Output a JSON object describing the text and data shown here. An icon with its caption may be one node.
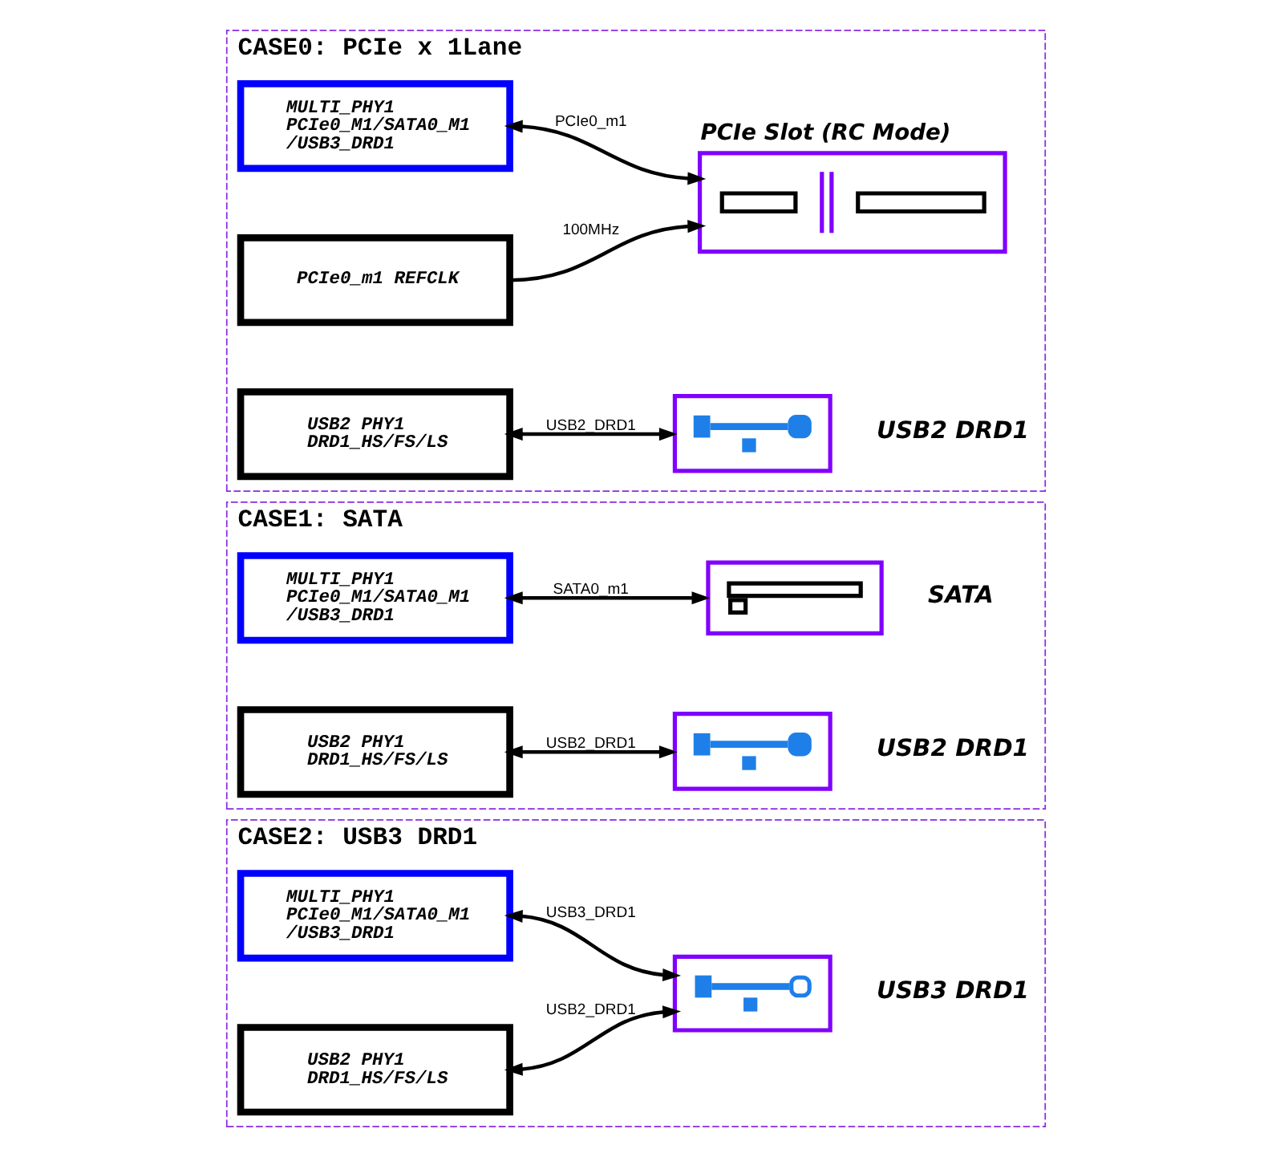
{
  "diagram": {
    "nodes": [
      {
        "text": [
          "CASE0: PCIe x 1Lane"
        ]
      },
      {
        "text": [
          "MULTI_PHY1 PCIe0_M1/SATA0_M1 /USB3_DRD1"
        ],
        "in": 0
      },
      {
        "text": [
          "PCIe Slot (RC Mode)"
        ],
        "in": 0
      },
      {
        "text": [
          "PCIe0_m1 REFCLK"
        ],
        "in": 0
      },
      {
        "text": [
          "USB2 PHY1 DRD1_HS/FS/LS"
        ],
        "in": 0
      },
      {
        "text": [],
        "shape": "picture",
        "beside": [
          "USB2 DRD1"
        ],
        "in": 0
      },
      {
        "text": [
          "CASE1: SATA"
        ]
      },
      {
        "text": [
          "MULTI_PHY1 PCIe0_M1/SATA0_M1 /USB3_DRD1"
        ],
        "in": 6
      },
      {
        "text": [],
        "shape": "picture",
        "beside": [
          "SATA"
        ],
        "in": 6
      },
      {
        "text": [
          "USB2 PHY1 DRD1_HS/FS/LS"
        ],
        "in": 6
      },
      {
        "text": [],
        "shape": "picture",
        "beside": [
          "USB2 DRD1"
        ],
        "in": 6
      },
      {
        "text": [
          "CASE2: USB3 DRD1"
        ]
      },
      {
        "text": [
          "MULTI_PHY1 PCIe0_M1/SATA0_M1 /USB3_DRD1"
        ],
        "in": 11
      },
      {
        "text": [],
        "shape": "picture",
        "beside": [
          "USB3 DRD1"
        ],
        "in": 11
      },
      {
        "text": [
          "USB2 PHY1 DRD1_HS/FS/LS"
        ],
        "in": 11
      }
    ],
    "edges": [
      {
        "from": 1,
        "to": 2,
        "arrow": "both",
        "label": "PCIe0_m1"
      },
      {
        "from": 3,
        "to": 2,
        "arrow": "to",
        "label": "100MHz"
      },
      {
        "from": 4,
        "to": 5,
        "arrow": "both",
        "label": "USB2_DRD1"
      },
      {
        "from": 7,
        "to": 8,
        "arrow": "both",
        "label": "SATA0_m1"
      },
      {
        "from": 9,
        "to": 10,
        "arrow": "both",
        "label": "USB2_DRD1"
      },
      {
        "from": 12,
        "to": 13,
        "arrow": "both",
        "label": "USB3_DRD1"
      },
      {
        "from": 14,
        "to": 13,
        "arrow": "both",
        "label": "USB2_DRD1"
      }
    ]
  }
}
